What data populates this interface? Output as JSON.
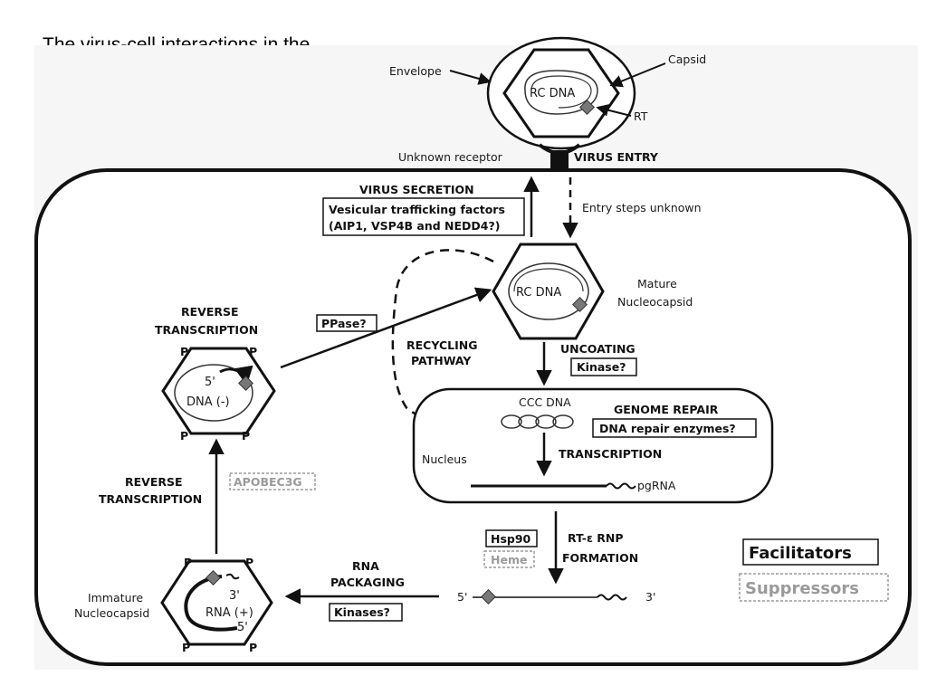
{
  "title": "The virus-cell interactions in the hepadnaviral lifecycle",
  "virion": {
    "envelope": "Envelope",
    "capsid": "Capsid",
    "rc_dna": "RC DNA",
    "rt": "RT"
  },
  "entry": {
    "receptor": "Unknown receptor",
    "virus_entry": "VIRUS ENTRY",
    "entry_steps": "Entry steps unknown"
  },
  "secretion": {
    "title": "VIRUS SECRETION",
    "factors_line1": "Vesicular trafficking factors",
    "factors_line2": "(AIP1, VSP4B and NEDD4?)"
  },
  "mature": {
    "rc_dna": "RC DNA",
    "label_line1": "Mature",
    "label_line2": "Nucleocapsid"
  },
  "recycling": {
    "line1": "RECYCLING",
    "line2": "PATHWAY"
  },
  "uncoating": {
    "title": "UNCOATING",
    "factor": "Kinase?"
  },
  "nucleus": {
    "ccc_dna": "CCC DNA",
    "genome_repair": "GENOME REPAIR",
    "repair_factor": "DNA repair enzymes?",
    "transcription": "TRANSCRIPTION",
    "label": "Nucleus",
    "pgrna": "pgRNA"
  },
  "rnp": {
    "line1": "RT-ε RNP",
    "line2": "FORMATION",
    "facilitator": "Hsp90",
    "suppressor": "Heme",
    "five_prime": "5'",
    "three_prime": "3'"
  },
  "packaging": {
    "line1": "RNA",
    "line2": "PACKAGING",
    "factor": "Kinases?"
  },
  "immature": {
    "label_line1": "Immature",
    "label_line2": "Nucleocapsid",
    "three_prime": "3'",
    "rna": "RNA (+)",
    "five_prime": "5'",
    "p": "P"
  },
  "rt_lower": {
    "line1": "REVERSE",
    "line2": "TRANSCRIPTION",
    "suppressor": "APOBEC3G"
  },
  "rt_upper": {
    "line1": "REVERSE",
    "line2": "TRANSCRIPTION",
    "factor": "PPase?",
    "five_prime": "5'",
    "dna": "DNA (-)",
    "p": "P"
  },
  "legend": {
    "facilitators": "Facilitators",
    "suppressors": "Suppressors"
  },
  "colors": {
    "ink": "#111111",
    "suppressor": "#9a9a9a",
    "rt_marker": "#7a7a7a",
    "background_tint": "#f2f2f2"
  }
}
